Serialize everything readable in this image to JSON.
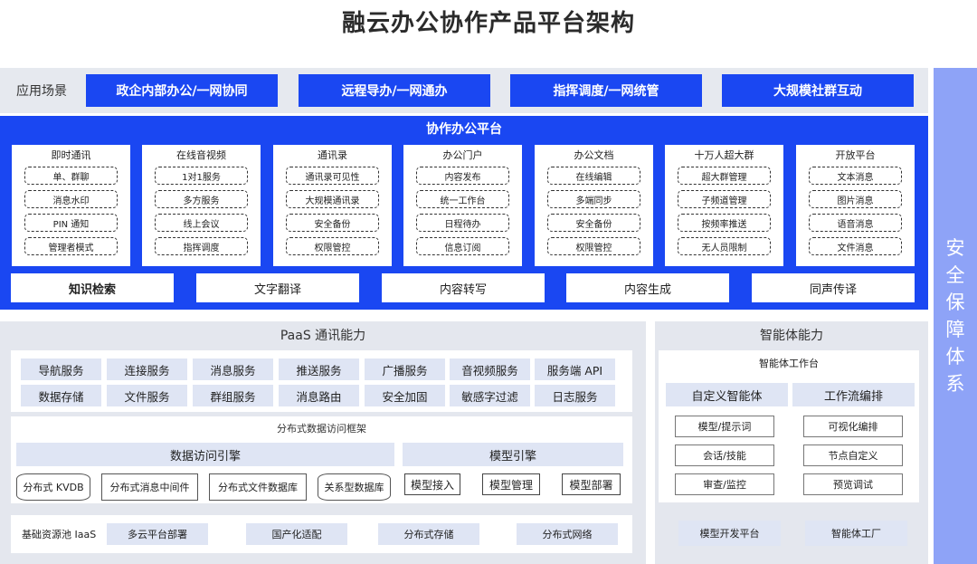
{
  "title": "融云办公协作产品平台架构",
  "scenes": {
    "label": "应用场景",
    "items": [
      "政企内部办公/一网协同",
      "远程导办/一网通办",
      "指挥调度/一网统管",
      "大规模社群互动"
    ]
  },
  "security": [
    "安",
    "全",
    "保",
    "障",
    "体",
    "系"
  ],
  "collab": {
    "title": "协作办公平台",
    "cards": [
      {
        "title": "即时通讯",
        "items": [
          "单、群聊",
          "消息水印",
          "PIN 通知",
          "管理者模式"
        ]
      },
      {
        "title": "在线音视频",
        "items": [
          "1对1服务",
          "多方服务",
          "线上会议",
          "指挥调度"
        ]
      },
      {
        "title": "通讯录",
        "items": [
          "通讯录可见性",
          "大规模通讯录",
          "安全备份",
          "权限管控"
        ]
      },
      {
        "title": "办公门户",
        "items": [
          "内容发布",
          "统一工作台",
          "日程待办",
          "信息订阅"
        ]
      },
      {
        "title": "办公文档",
        "items": [
          "在线编辑",
          "多端同步",
          "安全备份",
          "权限管控"
        ]
      },
      {
        "title": "十万人超大群",
        "items": [
          "超大群管理",
          "子频道管理",
          "按频率推送",
          "无人员限制"
        ]
      },
      {
        "title": "开放平台",
        "items": [
          "文本消息",
          "图片消息",
          "语音消息",
          "文件消息"
        ]
      }
    ],
    "tools": [
      "知识检索",
      "文字翻译",
      "内容转写",
      "内容生成",
      "同声传译"
    ]
  },
  "paas": {
    "title": "PaaS 通讯能力",
    "services_row1": [
      "导航服务",
      "连接服务",
      "消息服务",
      "推送服务",
      "广播服务",
      "音视频服务",
      "服务端 API"
    ],
    "services_row2": [
      "数据存储",
      "文件服务",
      "群组服务",
      "消息路由",
      "安全加固",
      "敏感字过滤",
      "日志服务"
    ],
    "dist_title": "分布式数据访问框架",
    "data_engine": "数据访问引擎",
    "model_engine": "模型引擎",
    "dbs": [
      "分布式 KVDB",
      "分布式消息中间件",
      "分布式文件数据库",
      "关系型数据库"
    ],
    "models": [
      "模型接入",
      "模型管理",
      "模型部署"
    ],
    "iaas_label": "基础资源池 IaaS",
    "iaas_items": [
      "多云平台部署",
      "国产化适配",
      "分布式存储",
      "分布式网络"
    ]
  },
  "agent": {
    "title": "智能体能力",
    "workbench": "智能体工作台",
    "top": [
      "自定义智能体",
      "工作流编排"
    ],
    "left": [
      "模型/提示词",
      "会话/技能",
      "审查/监控"
    ],
    "right": [
      "可视化编排",
      "节点自定义",
      "预览调试"
    ],
    "bottom": [
      "模型开发平台",
      "智能体工厂"
    ]
  }
}
